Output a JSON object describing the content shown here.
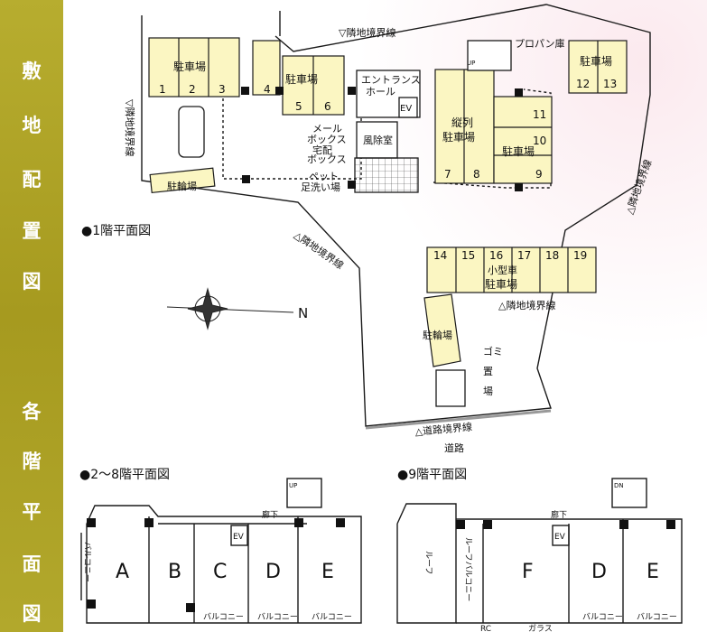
{
  "sidebar": {
    "title1": [
      "敷",
      "地",
      "配",
      "置",
      "図"
    ],
    "title2": [
      "各",
      "階",
      "平",
      "面",
      "図"
    ]
  },
  "section_titles": {
    "floor1": "●1階平面図",
    "floor2_8": "●2～8階平面図",
    "floor9": "●9階平面図"
  },
  "colors": {
    "sidebar": "#ad a225",
    "parking": "#fbf6c2",
    "line": "#1a1a1a"
  },
  "site": {
    "boundary_north": "▽隣地境界線",
    "boundary_west": "▽隣地境界線",
    "boundary_center": "△隣地境界線",
    "boundary_east": "△隣地境界線",
    "boundary_south": "△隣地境界線",
    "road_boundary": "△道路境界線",
    "road": "道路",
    "north_mark": "N",
    "propane": "プロパン庫",
    "up": "UP",
    "entrance_hall_1": "エントランス",
    "entrance_hall_2": "ホール",
    "ev": "EV",
    "mailbox_1": "メール",
    "mailbox_2": "ボックス",
    "windbreak": "風除室",
    "delivery_1": "宅配",
    "delivery_2": "ボックス",
    "pet_1": "ペット",
    "pet_2": "足洗い場",
    "bicycle_1": "駐輪場",
    "bicycle_2": "駐輪場",
    "garbage_1": "ゴミ",
    "garbage_2": "置",
    "garbage_3": "場"
  },
  "parking": {
    "lot_a_label": "駐車場",
    "lot_a_nums": [
      "1",
      "2",
      "3"
    ],
    "lot_b_label": "駐車場",
    "lot_b_nums": [
      "4",
      "5",
      "6"
    ],
    "lot_c_label_1": "縦列",
    "lot_c_label_2": "駐車場",
    "lot_c_nums": [
      "7",
      "8"
    ],
    "lot_d_label": "駐車場",
    "lot_d_nums": [
      "9",
      "10",
      "11"
    ],
    "lot_e_label": "駐車場",
    "lot_e_nums": [
      "12",
      "13"
    ],
    "small_label_1": "小型車",
    "small_label_2": "駐車場",
    "small_nums": [
      "14",
      "15",
      "16",
      "17",
      "18",
      "19"
    ]
  },
  "floor2_8": {
    "units": [
      "A",
      "B",
      "C",
      "D",
      "E"
    ],
    "corridor": "廊下",
    "ev": "EV",
    "balcony": "バルコニー",
    "up": "UP"
  },
  "floor9": {
    "units": [
      "F",
      "D",
      "E"
    ],
    "corridor": "廊下",
    "ev": "EV",
    "roof": "ルーフ",
    "roof_balcony": "ルーフバルコニー",
    "balcony": "バルコニー",
    "dn": "DN",
    "bottom_1": "RC",
    "bottom_2": "ガラス"
  }
}
